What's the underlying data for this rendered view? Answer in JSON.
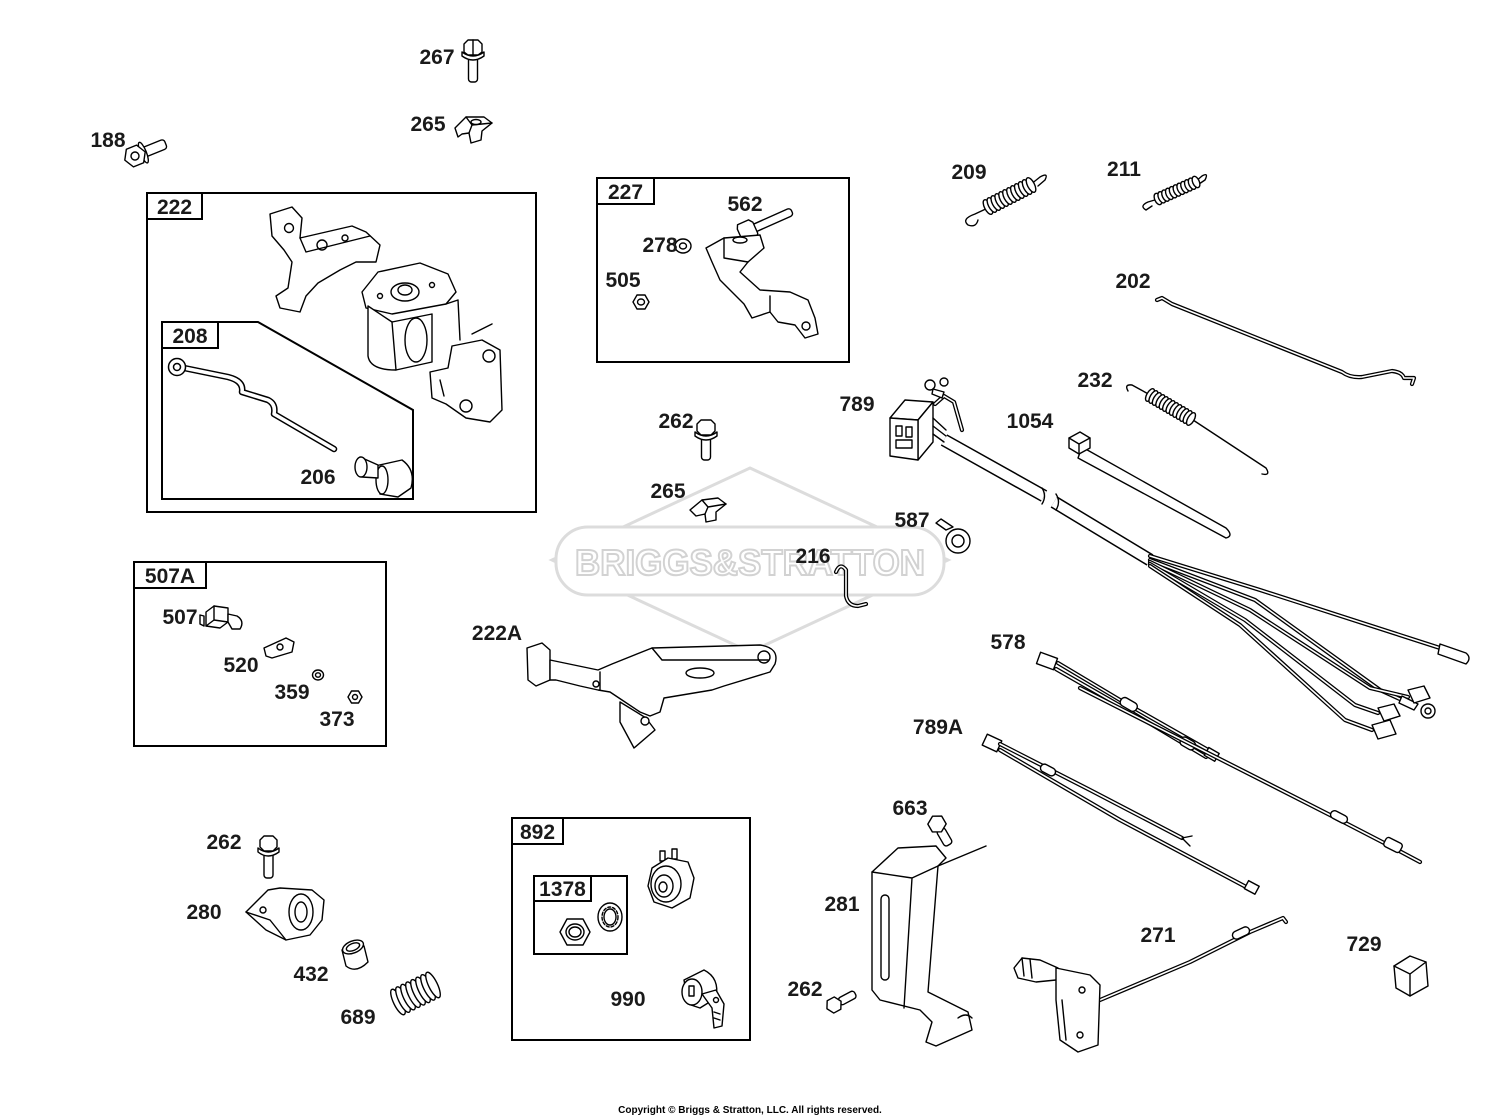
{
  "diagram": {
    "watermark": "BRIGGS&STRATTON",
    "copyright": "Copyright © Briggs & Stratton, LLC. All rights reserved."
  },
  "groups": {
    "g222": "222",
    "g208": "208",
    "g227": "227",
    "g507A": "507A",
    "g892": "892",
    "g1378": "1378"
  },
  "callouts": [
    "267",
    "265",
    "188",
    "206",
    "562",
    "278",
    "505",
    "209",
    "211",
    "202",
    "232",
    "789",
    "1054",
    "262",
    "265",
    "587",
    "216",
    "507",
    "520",
    "359",
    "373",
    "222A",
    "578",
    "789A",
    "663",
    "262",
    "281",
    "280",
    "271",
    "729",
    "432",
    "990",
    "262",
    "689"
  ],
  "colors": {
    "line": "#000000",
    "watermark": "#d2d2d2",
    "background": "#ffffff"
  }
}
